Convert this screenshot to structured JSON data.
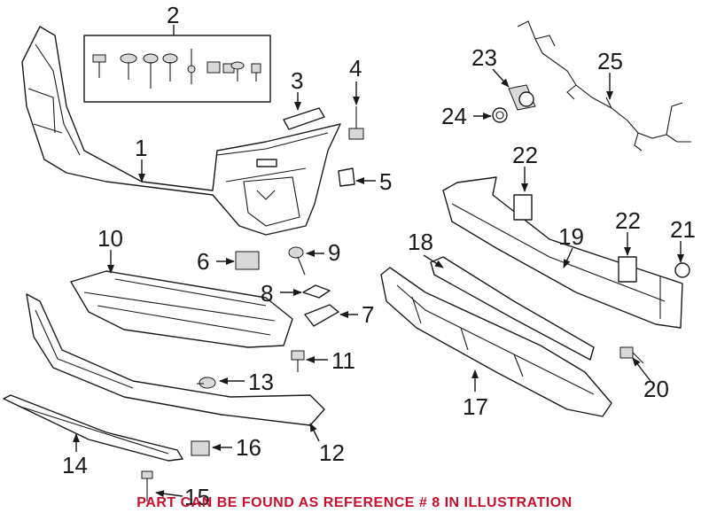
{
  "callouts": {
    "c1": "1",
    "c2": "2",
    "c3": "3",
    "c4": "4",
    "c5": "5",
    "c6": "6",
    "c7": "7",
    "c8": "8",
    "c9": "9",
    "c10": "10",
    "c11": "11",
    "c12": "12",
    "c13": "13",
    "c14": "14",
    "c15": "15",
    "c16": "16",
    "c17": "17",
    "c18": "18",
    "c19": "19",
    "c20": "20",
    "c21": "21",
    "c22a": "22",
    "c22b": "22",
    "c23": "23",
    "c24": "24",
    "c25": "25"
  },
  "footer_note": "PART CAN BE FOUND AS REFERENCE # 8 IN ILLUSTRATION",
  "colors": {
    "line": "#1a1a1a",
    "note": "#c8102e",
    "background": "#ffffff"
  }
}
